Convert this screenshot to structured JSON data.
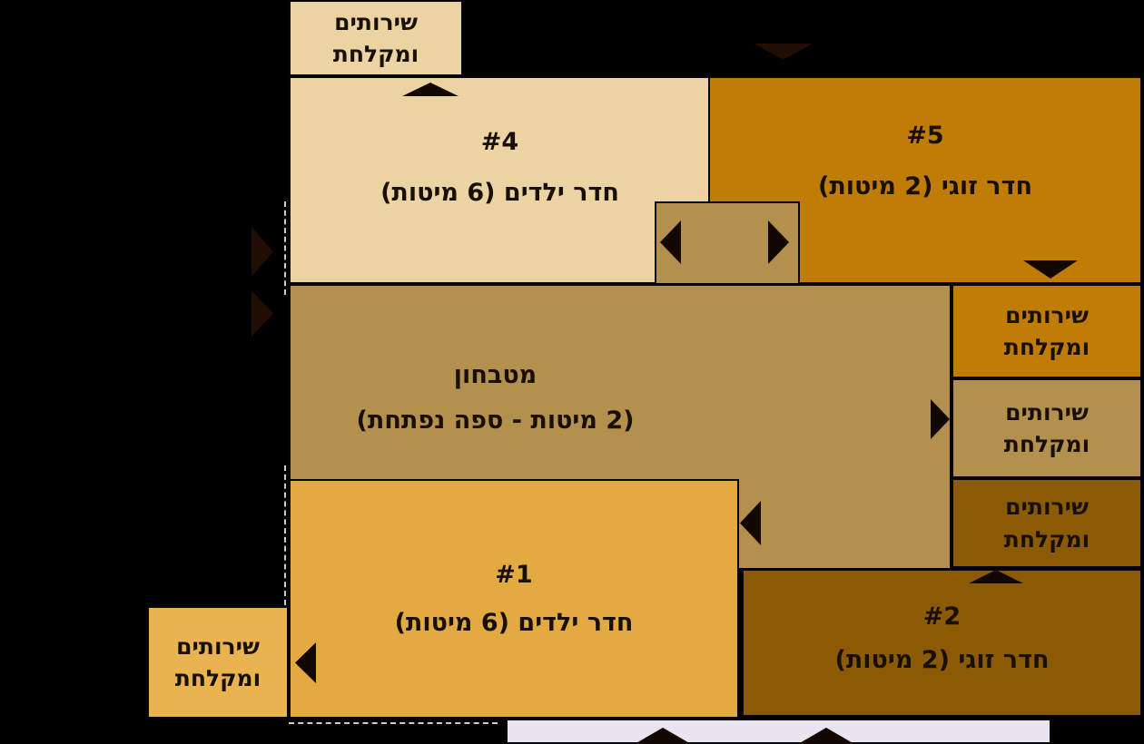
{
  "floorplan": {
    "rooms": {
      "room4": {
        "number": "#4",
        "label": "חדר ילדים  (6 מיטות)"
      },
      "room5": {
        "number": "#5",
        "label": "חדר זוגי (2 מיטות)"
      },
      "room1": {
        "number": "#1",
        "label": "חדר ילדים  (6 מיטות)"
      },
      "room2": {
        "number": "#2",
        "label": "חדר זוגי (2 מיטות)"
      },
      "kitchenette": {
        "title": "מטבחון",
        "subtitle": "(2 מיטות - ספה נפתחת)"
      }
    },
    "service_label": {
      "line1": "שירותים",
      "line2": "ומקלחת"
    },
    "colors": {
      "background": "#000000",
      "cream": "#ecd4a2",
      "orange": "#bf7d06",
      "tan": "#b3904e",
      "yellow": "#e3aa41",
      "yellow_light": "#e9b450",
      "dark_brown": "#8b5a05",
      "lavender": "#e8e4f0",
      "door_marker": "#130701",
      "outside_marker": "#200d03",
      "text": "#181007"
    }
  }
}
